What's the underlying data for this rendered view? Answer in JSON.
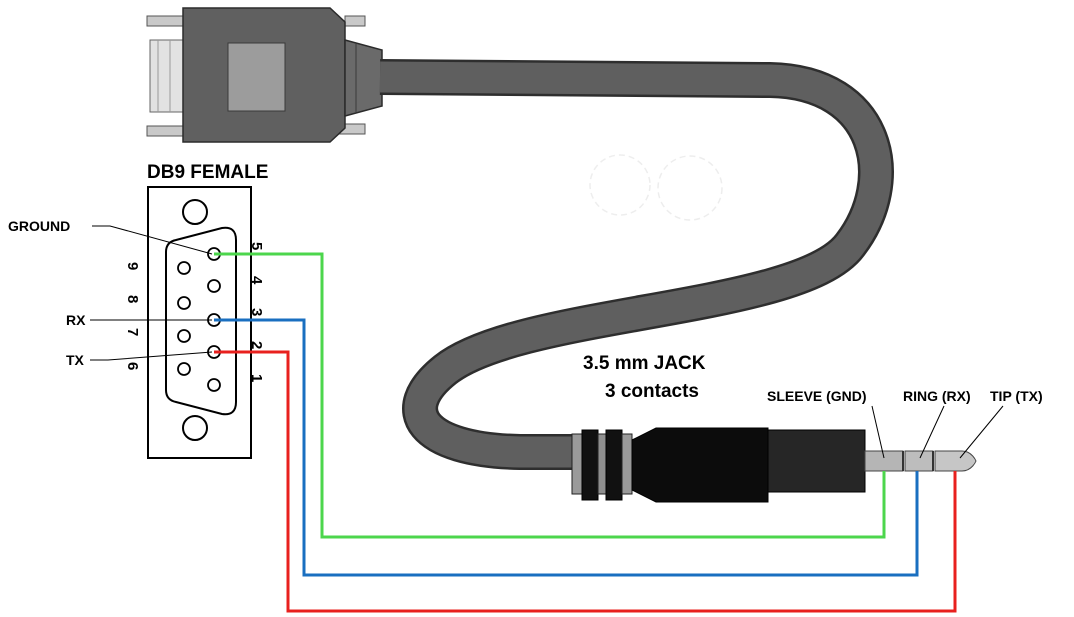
{
  "connector": {
    "title": "DB9 FEMALE",
    "pins_top_row": [
      "5",
      "4",
      "3",
      "2",
      "1"
    ],
    "pins_bottom_row": [
      "9",
      "8",
      "7",
      "6"
    ],
    "pin_labels": {
      "ground": "GROUND",
      "rx": "RX",
      "tx": "TX"
    }
  },
  "jack": {
    "title_line1": "3.5 mm JACK",
    "title_line2": "3 contacts",
    "sleeve_label": "SLEEVE (GND)",
    "ring_label": "RING (RX)",
    "tip_label": "TIP (TX)"
  },
  "wire_colors": {
    "ground": "#4cd64c",
    "rx": "#1a6fc0",
    "tx": "#e8201e"
  },
  "cable_color": "#5f5f5f"
}
